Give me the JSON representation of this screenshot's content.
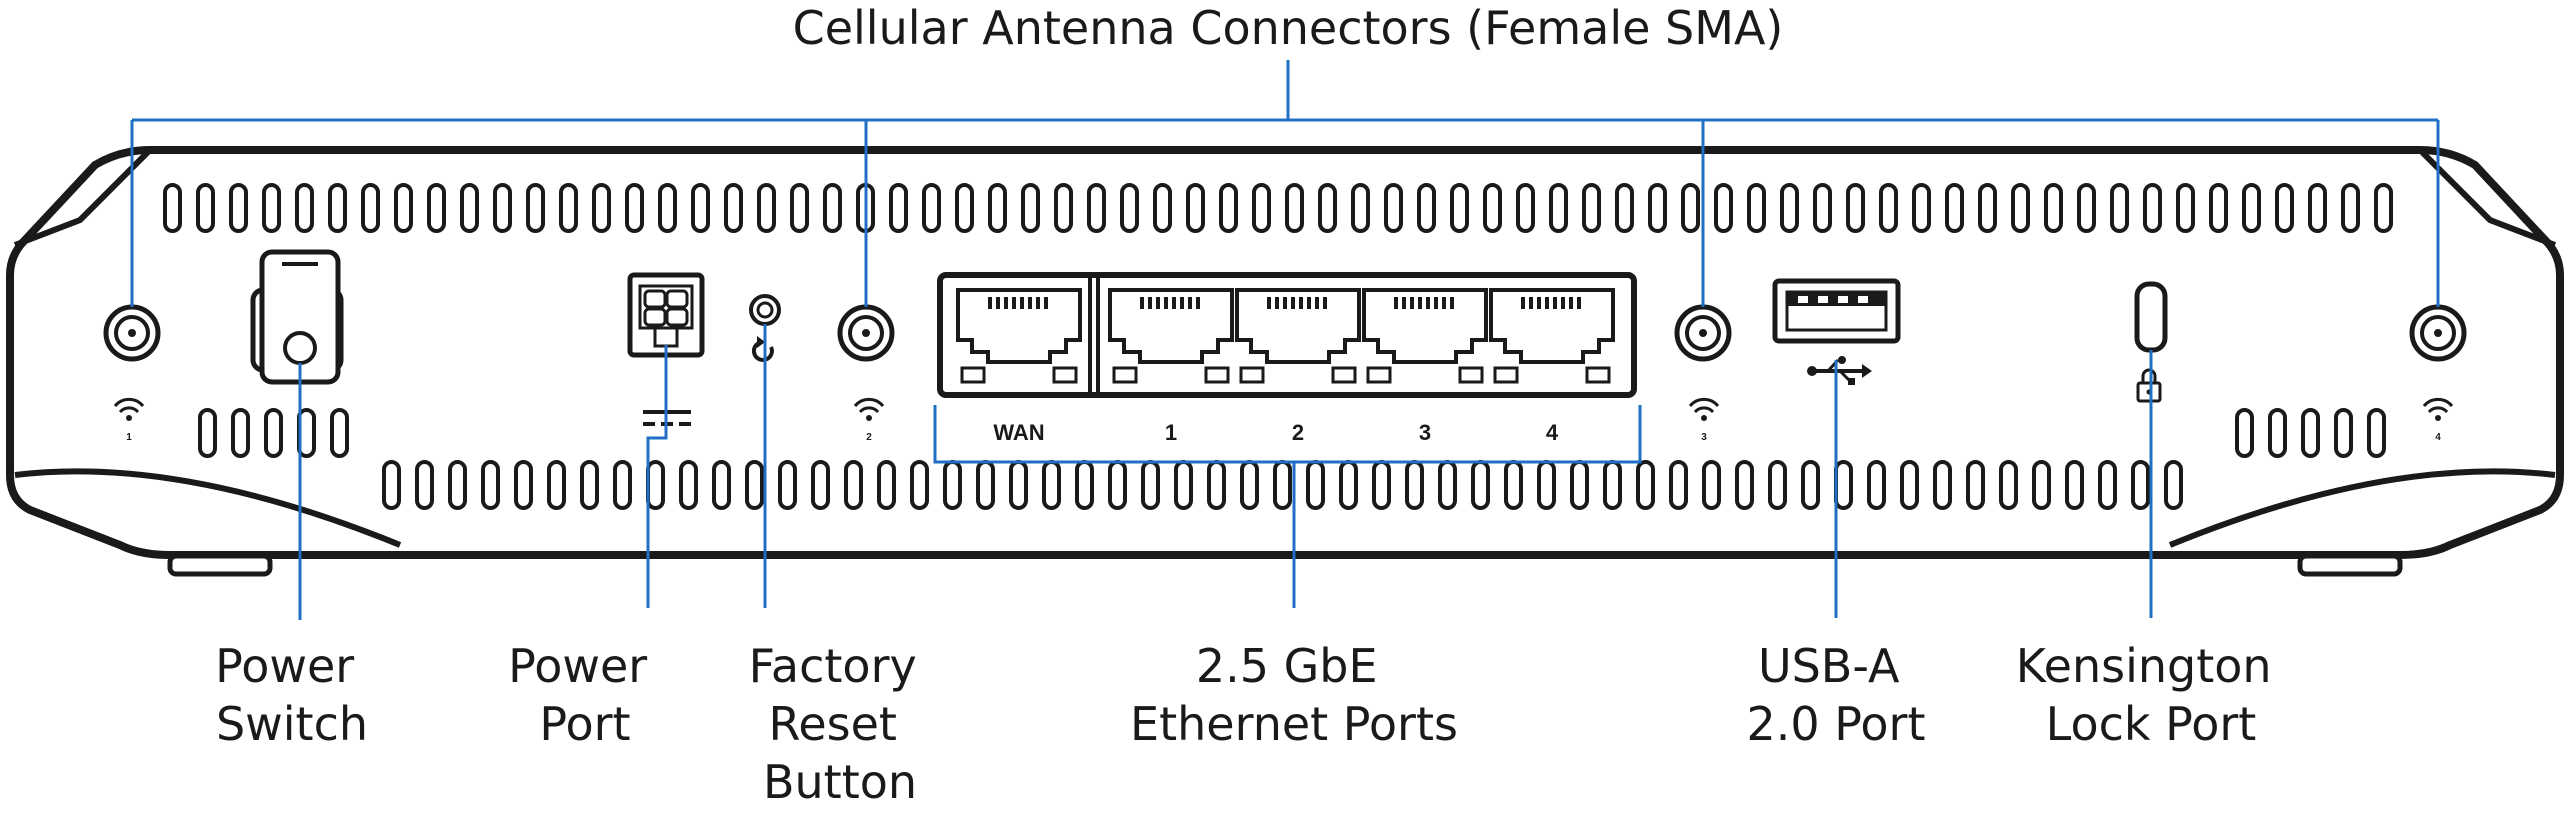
{
  "callouts": {
    "antennas": "Cellular Antenna Connectors (Female SMA)",
    "power_switch": [
      "Power",
      "Switch"
    ],
    "power_port": [
      "Power",
      "Port"
    ],
    "factory_reset": [
      "Factory",
      "Reset",
      "Button"
    ],
    "ethernet": [
      "2.5 GbE",
      "Ethernet Ports"
    ],
    "usb": [
      "USB-A",
      "2.0 Port"
    ],
    "kensington": [
      "Kensington",
      "Lock Port"
    ]
  },
  "ethernet_ports": [
    "WAN",
    "1",
    "2",
    "3",
    "4"
  ],
  "antenna_numbers": [
    "1",
    "2",
    "3",
    "4"
  ],
  "colors": {
    "leader_line": "#1f6fc4",
    "device_outline": "#1a1a1a",
    "background": "#ffffff"
  },
  "icons": [
    "antenna-icon",
    "dc-power-icon",
    "reset-icon",
    "usb-icon",
    "lock-icon"
  ]
}
